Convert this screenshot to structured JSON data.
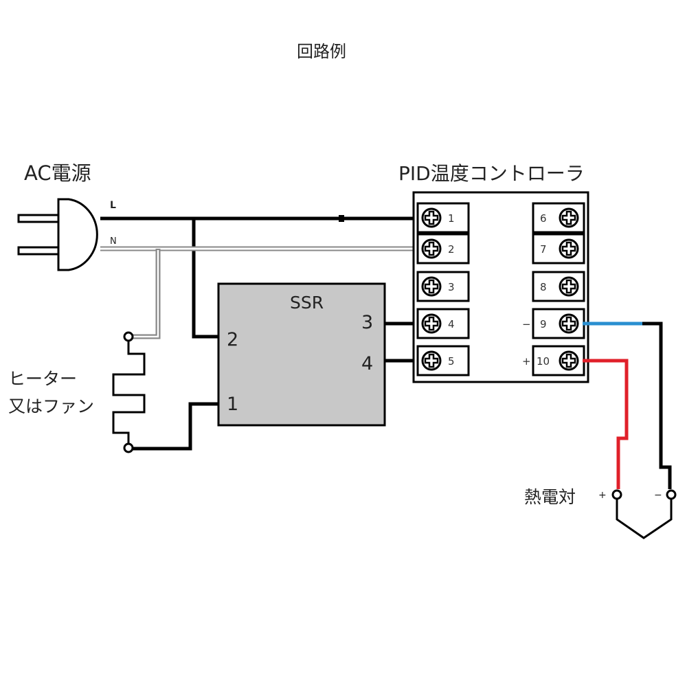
{
  "title": "回路例",
  "ac_source": {
    "label": "AC電源",
    "line_label": "L",
    "neutral_label": "N"
  },
  "controller": {
    "label": "PID温度コントローラ",
    "left_terminals": [
      "1",
      "2",
      "3",
      "4",
      "5"
    ],
    "right_terminals": [
      "6",
      "7",
      "8",
      "9",
      "10"
    ],
    "polarity_9": "−",
    "polarity_10": "+"
  },
  "ssr": {
    "label": "SSR",
    "pin_2": "2",
    "pin_1": "1",
    "pin_3": "3",
    "pin_4": "4"
  },
  "load": {
    "label_line1": "ヒーター",
    "label_line2": "又はファン"
  },
  "thermocouple": {
    "label": "熱電対",
    "plus": "+",
    "minus": "−"
  },
  "colors": {
    "wire_line": "#000000",
    "wire_neutral": "#888888",
    "wire_negative": "#2a8fd0",
    "wire_positive": "#e0202a",
    "ssr_fill": "#c8c8c8"
  }
}
